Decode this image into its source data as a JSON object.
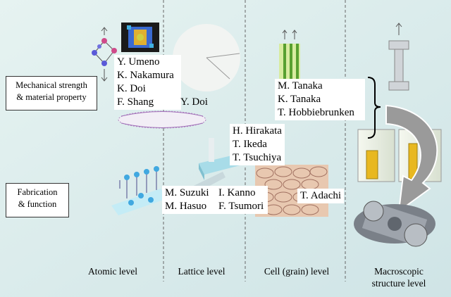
{
  "rows": {
    "mechanical": [
      "Mechanical strength",
      "& material property"
    ],
    "fabrication": [
      "Fabrication",
      "& function"
    ]
  },
  "levels": {
    "atomic": "Atomic level",
    "lattice": "Lattice level",
    "cell": "Cell (grain) level",
    "macro": [
      "Macroscopic",
      "structure level"
    ]
  },
  "researchers": {
    "atomic_group": [
      "Y. Umeno",
      "K. Nakamura",
      "K. Doi",
      "F. Shang"
    ],
    "lattice_top": "Y. Doi",
    "cell_group": [
      "H. Hirakata",
      "T. Ikeda",
      "T. Tsuchiya"
    ],
    "fabrication_left": [
      "M. Suzuki",
      "M. Hasuo"
    ],
    "fabrication_right": [
      "I. Kanno",
      "F. Tsumori"
    ],
    "cell_bottom": "T. Adachi",
    "macro_group": [
      "M. Tanaka",
      "K. Tanaka",
      "T. Hobbiebrunken"
    ]
  },
  "colors": {
    "background": "#d8ecec",
    "column_divider": "#666666",
    "arrow_fill": "#9a9a9a"
  },
  "icons": [
    "up-arrow-icon",
    "down-arrow-icon"
  ]
}
